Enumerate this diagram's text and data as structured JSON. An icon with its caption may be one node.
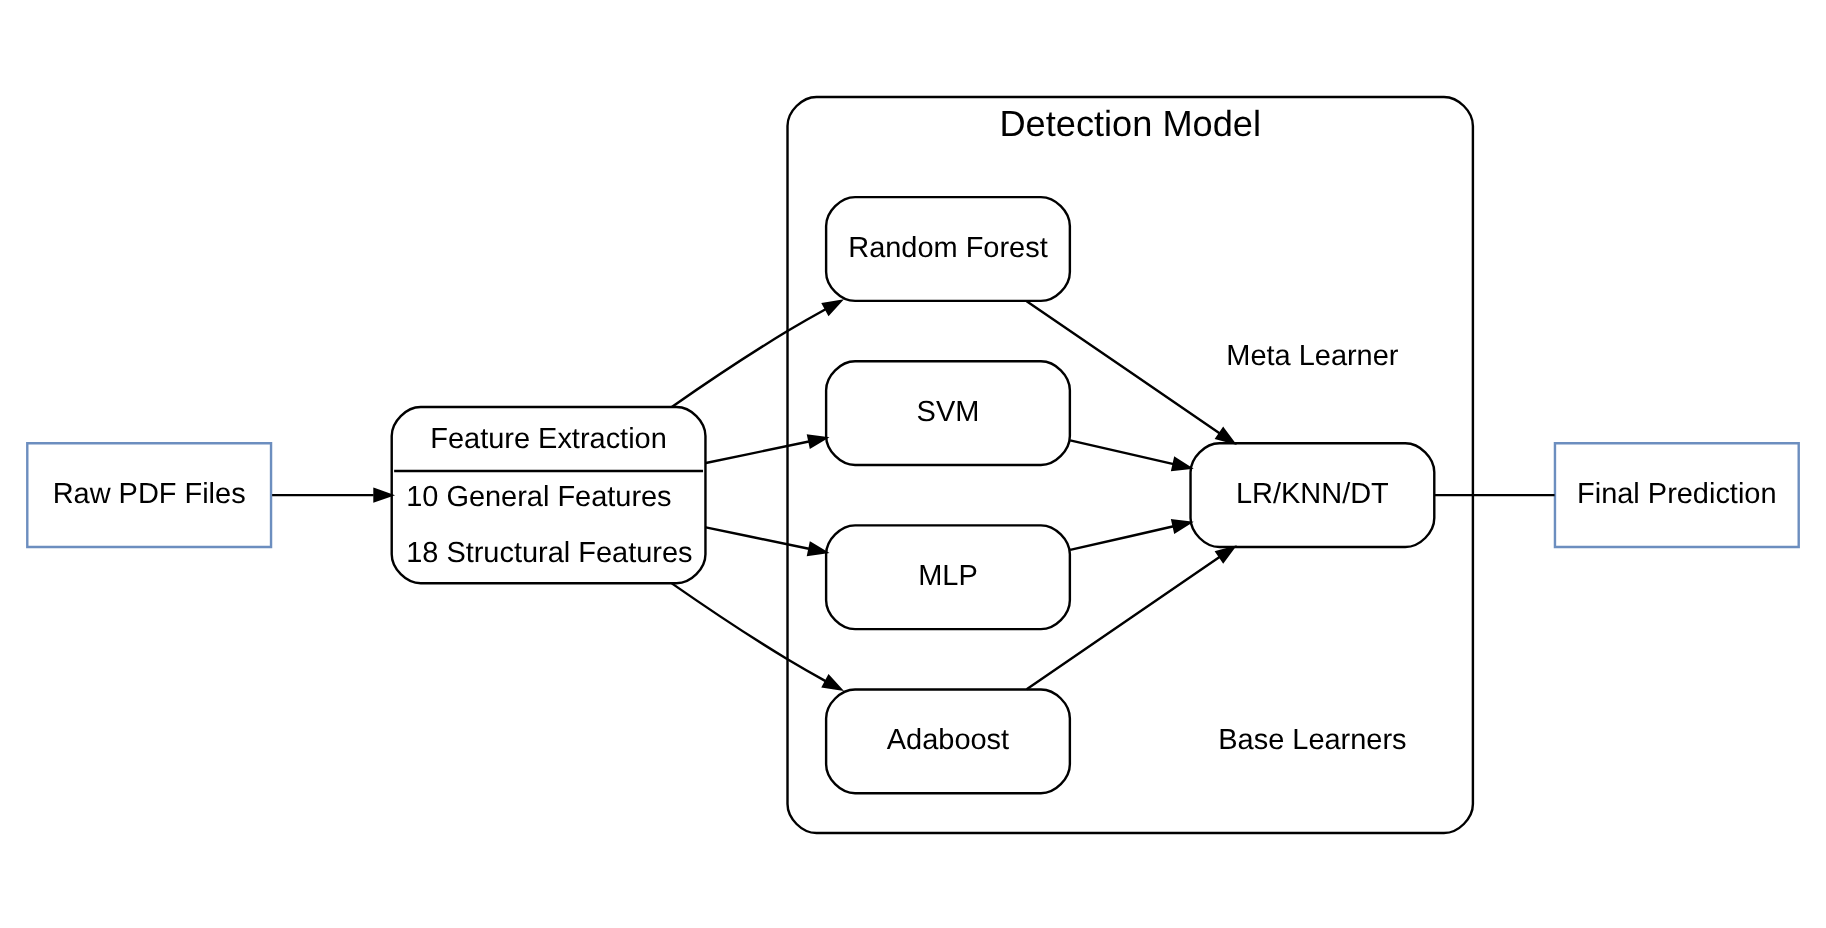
{
  "diagram": {
    "nodes": [
      {
        "text": [
          "Raw PDF Files"
        ]
      },
      {
        "text": [
          "Feature Extraction",
          "10 General Features",
          "18 Structural Features"
        ]
      },
      {
        "text": [
          "Detection Model"
        ]
      },
      {
        "text": [
          "Random Forest"
        ],
        "in": 2
      },
      {
        "text": [
          "SVM"
        ],
        "in": 2
      },
      {
        "text": [
          "MLP"
        ],
        "in": 2
      },
      {
        "text": [
          "Adaboost"
        ],
        "in": 2
      },
      {
        "text": [
          "LR/KNN/DT"
        ],
        "in": 2,
        "beside": [
          "Meta Learner"
        ]
      },
      {
        "text": [
          "Final Prediction"
        ]
      }
    ],
    "edges": [
      {
        "from": 0,
        "to": 1,
        "arrow": "to"
      },
      {
        "from": 1,
        "to": 3,
        "arrow": "to"
      },
      {
        "from": 1,
        "to": 4,
        "arrow": "to"
      },
      {
        "from": 1,
        "to": 5,
        "arrow": "to"
      },
      {
        "from": 1,
        "to": 6,
        "arrow": "to"
      },
      {
        "from": 3,
        "to": 7,
        "arrow": "to"
      },
      {
        "from": 4,
        "to": 7,
        "arrow": "to"
      },
      {
        "from": 5,
        "to": 7,
        "arrow": "to"
      },
      {
        "from": 6,
        "to": 7,
        "arrow": "to"
      },
      {
        "from": 7,
        "to": 8,
        "arrow": "none"
      }
    ],
    "labels": [
      "Base Learners"
    ]
  }
}
